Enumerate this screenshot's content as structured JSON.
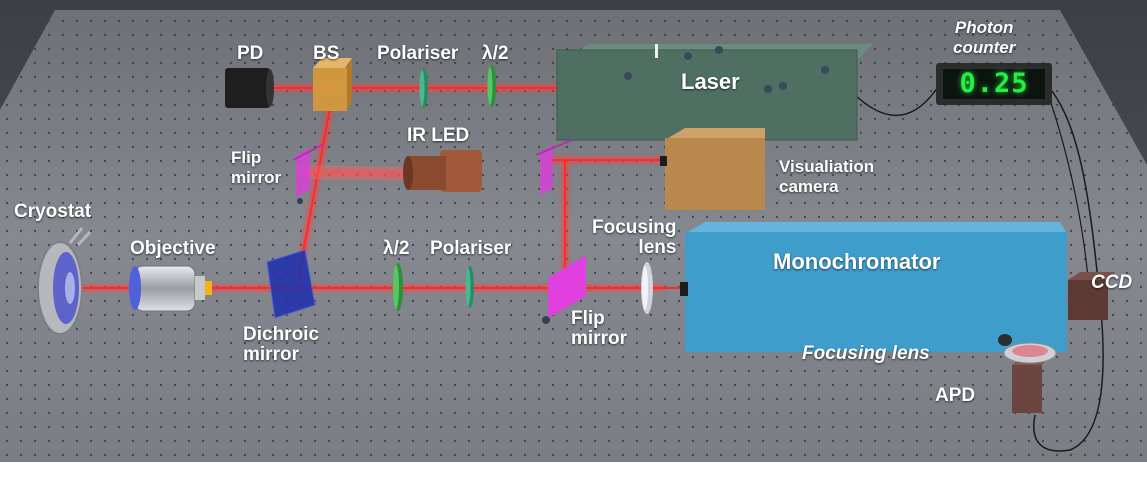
{
  "labels": {
    "pd": "PD",
    "bs": "BS",
    "polariser_top": "Polariser",
    "half_wave_top": "λ/2",
    "laser": "Laser",
    "photon_counter": "Photon\ncounter",
    "ir_led": "IR LED",
    "flip_mirror_left": "Flip\nmirror",
    "visualisation_camera": "Visualiation\ncamera",
    "cryostat": "Cryostat",
    "objective": "Objective",
    "half_wave_bottom": "λ/2",
    "polariser_bottom": "Polariser",
    "focusing_lens_top": "Focusing\nlens",
    "monochromator": "Monochromator",
    "ccd": "CCD",
    "dichroic_mirror": "Dichroic\nmirror",
    "flip_mirror_right": "Flip\nmirror",
    "focusing_lens_bottom": "Focusing lens",
    "apd": "APD"
  },
  "photon_counter_value": "0.25",
  "colors": {
    "table": "#76797e",
    "laser_box": "#4f6f63",
    "monochromator_box": "#3f9dcc",
    "camera_box": "#b9884c",
    "ir_led": "#9a5536",
    "beam": "#ff2a2a",
    "flip_mirror": "#e040e0",
    "dichroic": "#2233aa",
    "counter_digits": "#25ee44"
  }
}
